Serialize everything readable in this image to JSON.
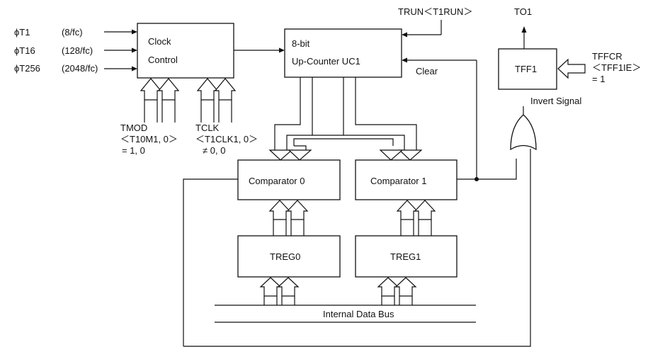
{
  "inputs": {
    "phi_t1": {
      "name": "ϕT1",
      "freq": "(8/fc)"
    },
    "phi_t16": {
      "name": "ϕT16",
      "freq": "(128/fc)"
    },
    "phi_t256": {
      "name": "ϕT256",
      "freq": "(2048/fc)"
    }
  },
  "blocks": {
    "clock_control": [
      "Clock",
      "Control"
    ],
    "up_counter": [
      "8-bit",
      "Up-Counter UC1"
    ],
    "tff1": "TFF1",
    "comparator0": "Comparator 0",
    "comparator1": "Comparator 1",
    "treg0": "TREG0",
    "treg1": "TREG1"
  },
  "signals": {
    "trun": "TRUN＜T1RUN＞",
    "to1": "TO1",
    "clear": "Clear",
    "tffcr": [
      "TFFCR",
      "＜TFF1IE＞",
      "= 1"
    ],
    "invert_signal": "Invert Signal",
    "tmod": [
      "TMOD",
      "＜T10M1, 0＞",
      "= 1, 0"
    ],
    "tclk": [
      "TCLK",
      "＜T1CLK1, 0＞",
      "≠ 0, 0"
    ],
    "internal_bus": "Internal Data Bus"
  }
}
